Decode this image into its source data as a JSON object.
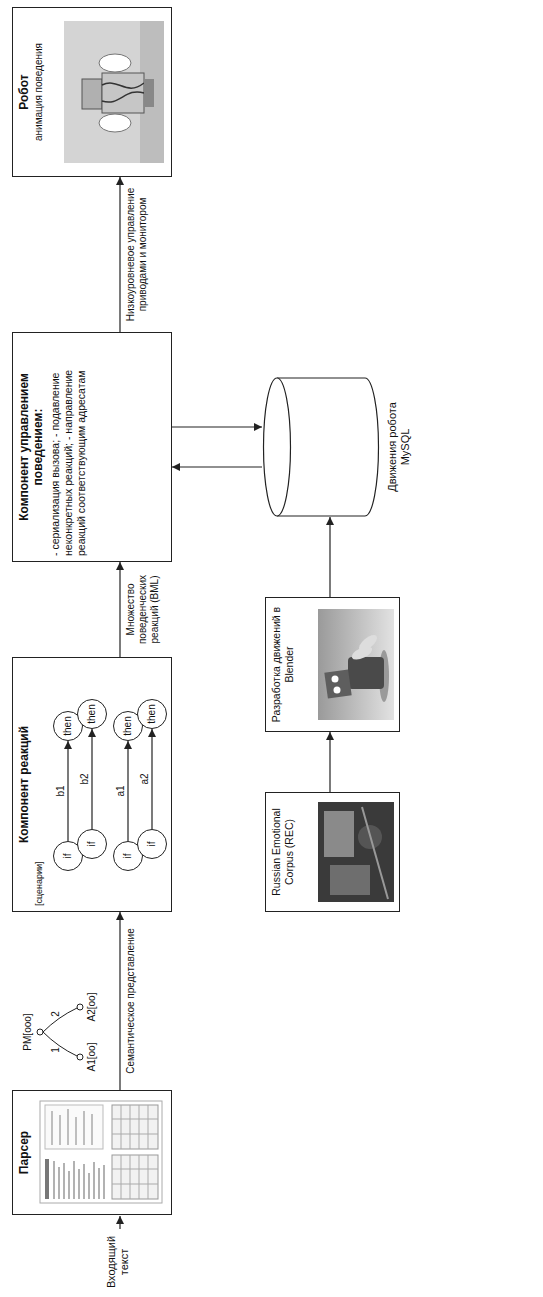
{
  "diagram": {
    "nodes": [
      {
        "text": [
          "Парсер"
        ]
      },
      {
        "text": [
          "Компонент реакций",
          "[сценарии]"
        ]
      },
      {
        "text": [
          "if"
        ],
        "in": 1
      },
      {
        "text": [
          "if"
        ],
        "in": 1
      },
      {
        "text": [
          "then"
        ],
        "in": 1
      },
      {
        "text": [
          "then"
        ],
        "in": 1
      },
      {
        "text": [
          "if"
        ],
        "in": 1
      },
      {
        "text": [
          "if"
        ],
        "in": 1
      },
      {
        "text": [
          "then"
        ],
        "in": 1
      },
      {
        "text": [
          "then"
        ],
        "in": 1
      },
      {
        "text": [
          "Компонент управлением поведением:",
          "- сериализация вызова; - подавление неконкретных реакций; - направление реакций соответствующим адресатам"
        ]
      },
      {
        "text": [
          "Робот",
          "анимация поведения"
        ]
      },
      {
        "text": [
          "Russian Emotional Corpus (REC)"
        ]
      },
      {
        "text": [
          "Разработка движений в Blender"
        ]
      },
      {
        "text": [
          "Движения робота MySQL"
        ]
      }
    ],
    "edges": [
      {
        "from": 0,
        "to": 1,
        "arrow": "to",
        "label": "Семантическое представление"
      },
      {
        "from": 2,
        "to": 4,
        "arrow": "to",
        "label": "b1"
      },
      {
        "from": 3,
        "to": 5,
        "arrow": "to",
        "label": "b2"
      },
      {
        "from": 6,
        "to": 8,
        "arrow": "to",
        "label": "a1"
      },
      {
        "from": 7,
        "to": 9,
        "arrow": "to",
        "label": "a2"
      },
      {
        "from": 1,
        "to": 10,
        "arrow": "to",
        "label": "Множество поведенческих реакций (BML)"
      },
      {
        "from": 10,
        "to": 11,
        "arrow": "to",
        "label": "Низкоуровневое управление приводами и монитором"
      },
      {
        "from": 12,
        "to": 13,
        "arrow": "to"
      },
      {
        "from": 13,
        "to": 14,
        "arrow": "to"
      },
      {
        "from": 14,
        "to": 10,
        "arrow": "to"
      },
      {
        "from": 10,
        "to": 14,
        "arrow": "to"
      }
    ],
    "labels": [
      "Входящий текст",
      "PM[ooo]",
      "1",
      "2",
      "A1[oo]",
      "A2[oo]"
    ]
  }
}
